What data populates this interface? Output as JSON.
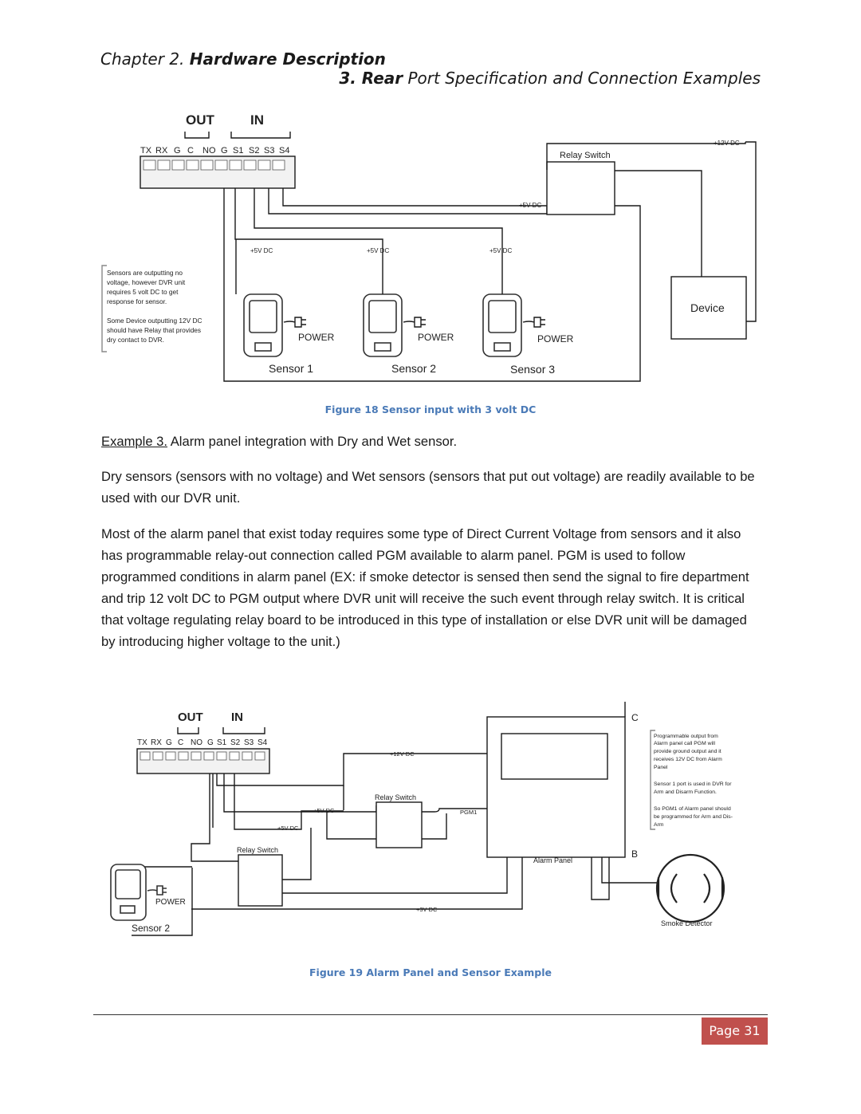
{
  "header": {
    "chapter_prefix": "Chapter 2. ",
    "chapter_bold": "Hardware Description",
    "section_bold": "3. Rear",
    "section_rest": " Port Specification and Connection Examples"
  },
  "figure18": {
    "terminal_out": "OUT",
    "terminal_in": "IN",
    "pins": [
      "TX",
      "RX",
      "G",
      "C",
      "NO",
      "G",
      "S1",
      "S2",
      "S3",
      "S4"
    ],
    "relay_label": "Relay Switch",
    "v12": "+12V DC",
    "v5": "+5V DC",
    "device": "Device",
    "power": "POWER",
    "sensors": [
      "Sensor 1",
      "Sensor 2",
      "Sensor 3"
    ],
    "note_lines": [
      "Sensors are outputting no",
      "voltage, however DVR unit",
      "requires 5 volt DC to get",
      "response for sensor.",
      "",
      "Some Device outputting 12V DC",
      "should have Relay that provides",
      "dry contact to DVR."
    ],
    "caption": "Figure 18 Sensor input with 3 volt DC"
  },
  "body": {
    "example_label": "Example 3.",
    "example_text": " Alarm panel integration with Dry and Wet sensor.",
    "para1": "Dry sensors (sensors with no voltage) and Wet sensors (sensors that put out voltage) are readily available to be used with our DVR unit.",
    "para2": "Most of the alarm panel that exist today requires some type of Direct Current Voltage from sensors and it also has programmable relay-out connection called PGM available to alarm panel.  PGM is used to follow programmed conditions in alarm panel (EX: if smoke detector is sensed then send the signal to fire department and trip 12 volt DC to PGM output where DVR unit will receive the such event through relay switch.  It is critical that voltage regulating relay board to be introduced in this type of installation or else DVR unit will be damaged by introducing higher voltage to the unit.)"
  },
  "figure19": {
    "terminal_out": "OUT",
    "terminal_in": "IN",
    "pins": [
      "TX",
      "RX",
      "G",
      "C",
      "NO",
      "G",
      "S1",
      "S2",
      "S3",
      "S4"
    ],
    "v12": "+12V DC",
    "v5a": "+5V DC",
    "v5b": "+5V DC",
    "v3": "+3V DC",
    "relay_top": "Relay Switch",
    "relay_bottom": "Relay Switch",
    "pgm": "PGM1",
    "terminal_c": "C",
    "terminal_b": "B",
    "alarm_panel": "Alarm Panel",
    "smoke": "Smoke Detector",
    "power": "POWER",
    "sensor": "Sensor 2",
    "note_lines": [
      "Programmable output from",
      "Alarm panel call PGM will",
      "provide ground output and it",
      "receives 12V DC from Alarm",
      "Panel",
      "",
      "Sensor 1 port is used in DVR for",
      "Arm and Disarm Function.",
      "",
      "So PGM1 of Alarm panel should",
      "be programmed for Arm and Dis-",
      "Arm"
    ],
    "caption": "Figure 19 Alarm Panel and Sensor Example"
  },
  "footer": {
    "page": "Page 31"
  }
}
